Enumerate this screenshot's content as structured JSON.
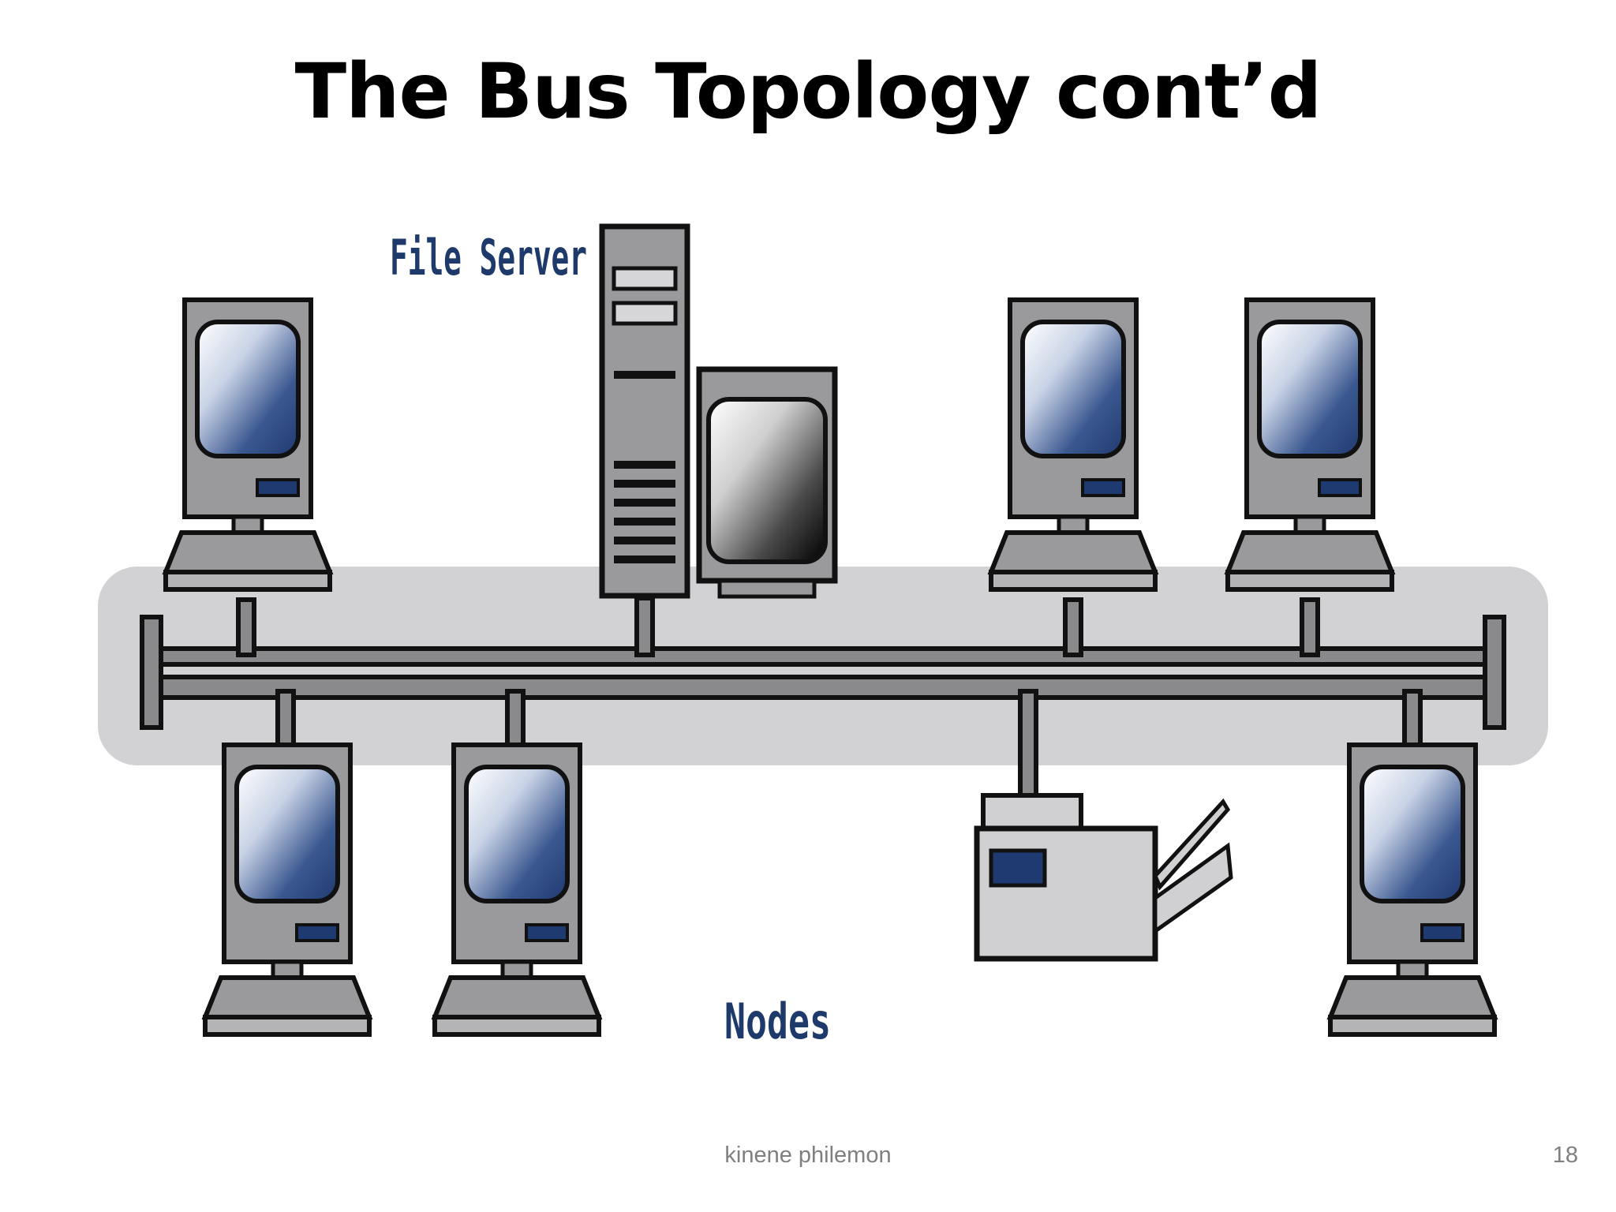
{
  "slide": {
    "title": "The Bus Topology cont’d",
    "footer_author": "kinene philemon",
    "page_number": "18"
  },
  "diagram": {
    "labels": {
      "file_server": "File Server",
      "nodes": "Nodes"
    }
  },
  "colors": {
    "bus_band": "#d2d2d4",
    "cable": "#8a8a8c",
    "device_gray": "#9a9a9c",
    "outline": "#111111",
    "screen_blue": "#2b4a84",
    "label_blue": "#1d3a6b"
  }
}
